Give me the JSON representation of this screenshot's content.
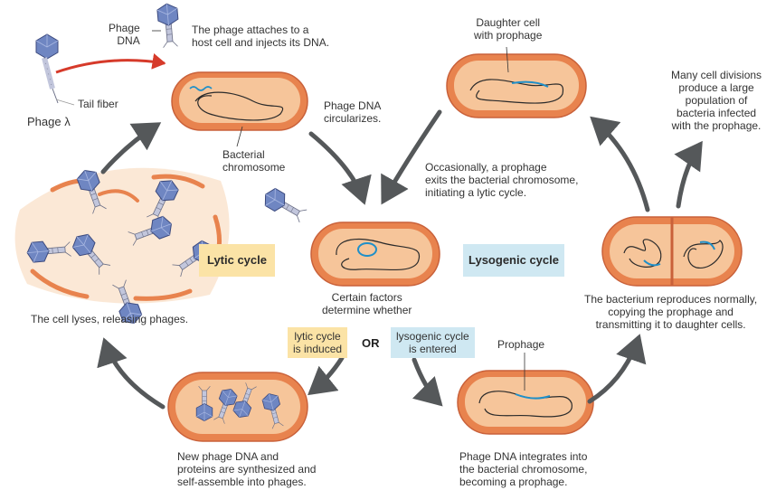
{
  "labels": {
    "phage_dna": "Phage\nDNA",
    "tail_fiber": "Tail fiber",
    "phage_lambda": "Phage λ",
    "attach": "The phage attaches to a\nhost cell and injects its DNA.",
    "bacterial_chromosome": "Bacterial\nchromosome",
    "circularizes": "Phage DNA\ncircularizes.",
    "daughter_cell": "Daughter cell\nwith prophage",
    "many_divisions": "Many cell divisions\nproduce a large\npopulation of\nbacteria infected\nwith the prophage.",
    "occasionally": "Occasionally, a prophage\nexits the bacterial chromosome,\ninitiating a lytic cycle.",
    "lytic_cycle": "Lytic cycle",
    "lysogenic_cycle": "Lysogenic cycle",
    "certain_factors": "Certain factors\ndetermine whether",
    "lytic_induced": "lytic cycle\nis induced",
    "or": "OR",
    "lysogenic_entered": "lysogenic cycle\nis entered",
    "cell_lyses": "The cell lyses, releasing phages.",
    "reproduces": "The bacterium reproduces normally,\ncopying the prophage and\ntransmitting it to daughter cells.",
    "prophage": "Prophage",
    "new_phage": "New phage DNA and\nproteins are synthesized and\nself-assemble into phages.",
    "integrates": "Phage DNA integrates into\nthe bacterial chromosome,\nbecoming a prophage."
  },
  "colors": {
    "cell_outer": "#e8834e",
    "cell_inner": "#f6c59a",
    "cell_rim": "#c9613a",
    "phage_dna": "#1f8fc8",
    "chromosome": "#2b2b2b",
    "arrow": "#55585a",
    "red_arrow": "#d63a2a",
    "lytic_box": "#fbe3a6",
    "lysogenic_box": "#cfe8f2",
    "phage_head": "#6f86c2",
    "phage_tail": "#c2c6dc"
  }
}
